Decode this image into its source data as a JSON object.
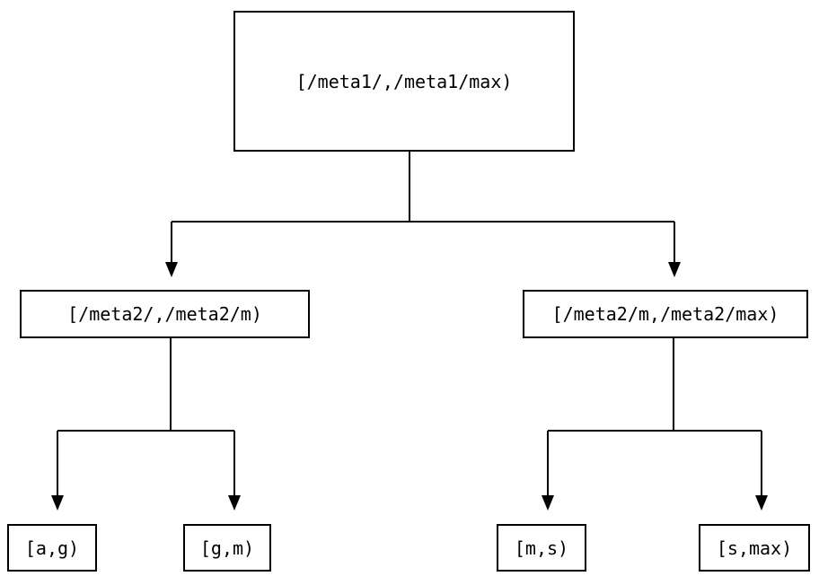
{
  "diagram": {
    "background_color": "#ffffff",
    "line_color": "#000000",
    "text_color": "#000000",
    "box_fill": "#ffffff",
    "box_border_color": "#000000",
    "nodes": {
      "root": {
        "label": "[/meta1/,/meta1/max)"
      },
      "meta2_low": {
        "label": "[/meta2/,/meta2/m)"
      },
      "meta2_high": {
        "label": "[/meta2/m,/meta2/max)"
      },
      "leaf_a_g": {
        "label": "[a,g)"
      },
      "leaf_g_m": {
        "label": "[g,m)"
      },
      "leaf_m_s": {
        "label": "[m,s)"
      },
      "leaf_s_max": {
        "label": "[s,max)"
      }
    },
    "edges": [
      {
        "from": "root",
        "to": "meta2_low"
      },
      {
        "from": "root",
        "to": "meta2_high"
      },
      {
        "from": "meta2_low",
        "to": "leaf_a_g"
      },
      {
        "from": "meta2_low",
        "to": "leaf_g_m"
      },
      {
        "from": "meta2_high",
        "to": "leaf_m_s"
      },
      {
        "from": "meta2_high",
        "to": "leaf_s_max"
      }
    ]
  }
}
